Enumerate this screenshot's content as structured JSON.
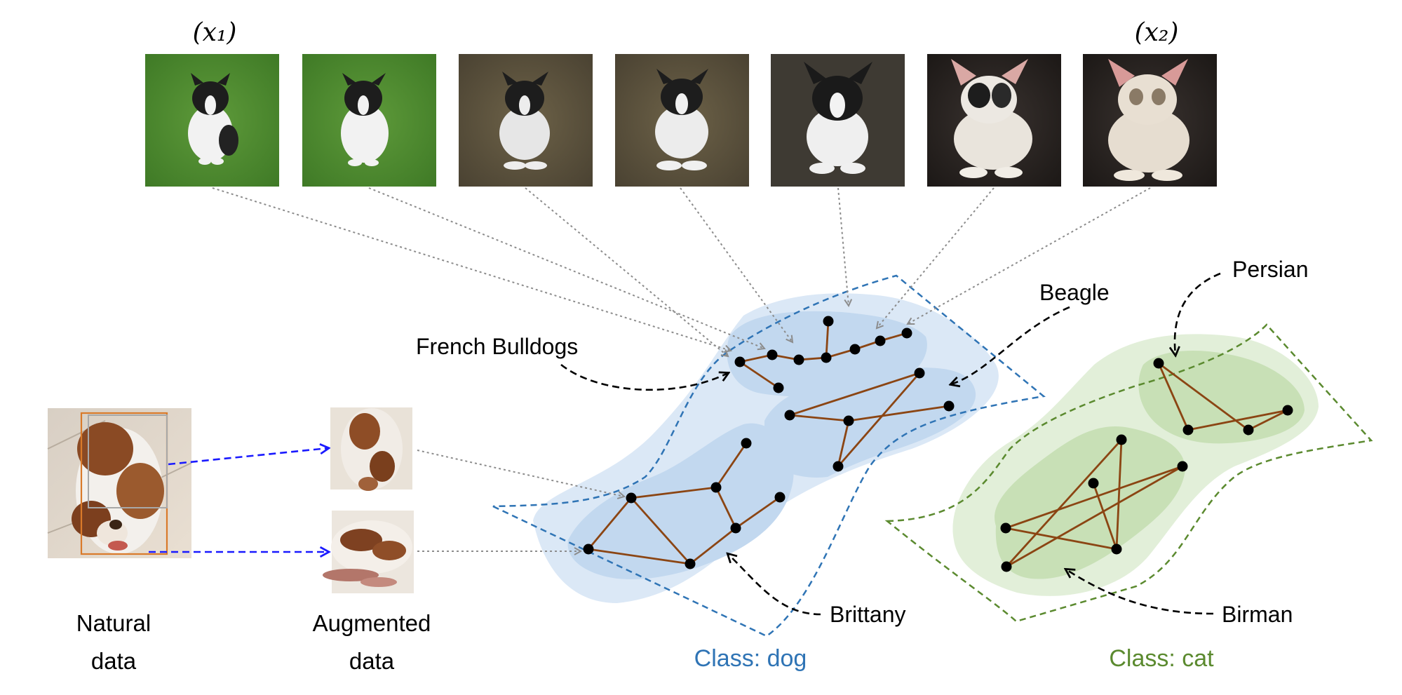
{
  "top_images": {
    "first_label": "(x₁)",
    "last_label": "(x₂)"
  },
  "clusters": {
    "french_bulldogs": "French Bulldogs",
    "beagle": "Beagle",
    "brittany": "Brittany",
    "persian": "Persian",
    "birman": "Birman"
  },
  "classes": {
    "dog": "Class: dog",
    "cat": "Class: cat"
  },
  "left_panel": {
    "natural_line1": "Natural",
    "natural_line2": "data",
    "augmented_line1": "Augmented",
    "augmented_line2": "data"
  },
  "colors": {
    "dog_border": "#2f74b5",
    "dog_text": "#2f74b5",
    "cat_border": "#5b8a2f",
    "cat_text": "#5b8a2f",
    "edge": "#8b4513",
    "node": "#000000",
    "aug_arrow": "#1a1aff",
    "dotted_link": "#8c8c8c"
  }
}
